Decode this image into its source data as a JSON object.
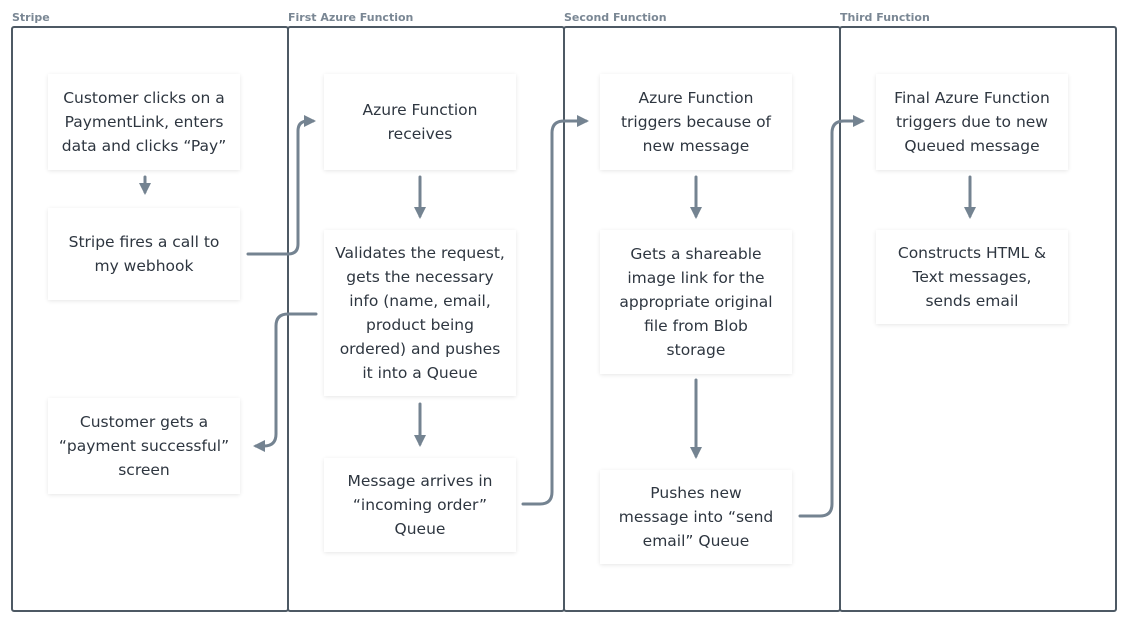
{
  "lanes": [
    {
      "title": "Stripe"
    },
    {
      "title": "First Azure Function"
    },
    {
      "title": "Second Function"
    },
    {
      "title": "Third Function"
    }
  ],
  "cards": {
    "stripe_customer_clicks": "Customer clicks on a\nPaymentLink, enters\ndata and clicks “Pay”",
    "stripe_fires_webhook": "Stripe fires a call to\nmy webhook",
    "stripe_payment_successful": "Customer gets a\n“payment successful”\nscreen",
    "f1_receives": "Azure Function\nreceives",
    "f1_validates": "Validates the request,\ngets the necessary\ninfo (name, email,\nproduct being\nordered) and pushes\nit into a Queue",
    "f1_message_arrives": "Message arrives in\n“incoming order”\nQueue",
    "f2_triggers": "Azure Function\ntriggers because of\nnew message",
    "f2_gets_link": "Gets a shareable\nimage link for the\nappropriate original\nfile from Blob\nstorage",
    "f2_pushes": "Pushes new\nmessage into “send\nemail” Queue",
    "f3_triggers": "Final Azure Function\ntriggers due to new\nQueued message",
    "f3_constructs": "Constructs HTML &\nText messages,\nsends email"
  },
  "colors": {
    "lane_border": "#4d5964",
    "arrow": "#748391",
    "text": "#2e3640",
    "lane_title": "#7a8794"
  }
}
